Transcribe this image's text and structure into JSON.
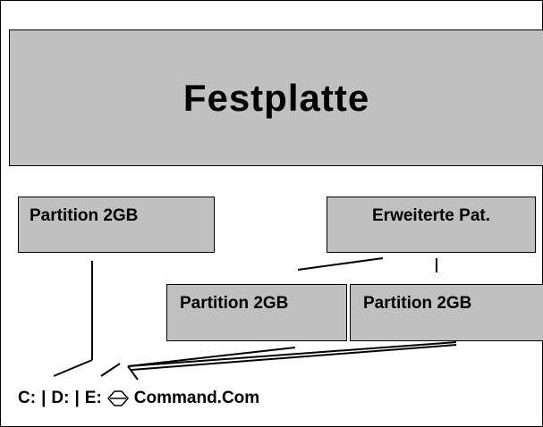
{
  "diagram": {
    "disk_label": "Festplatte",
    "partition_primary_label": "Partition 2GB",
    "extended_label": "Erweiterte Pat.",
    "logical_partitions": [
      {
        "label": "Partition 2GB"
      },
      {
        "label": "Partition 2GB"
      }
    ],
    "drive_letters": [
      "C:",
      "D:",
      "E:"
    ],
    "separator": "|",
    "file_label": "Command.Com",
    "exchange_icon": "double-arrow-exchange-icon"
  },
  "colors": {
    "box_fill": "#c0c0c0",
    "border": "#000000",
    "background": "#ffffff"
  }
}
